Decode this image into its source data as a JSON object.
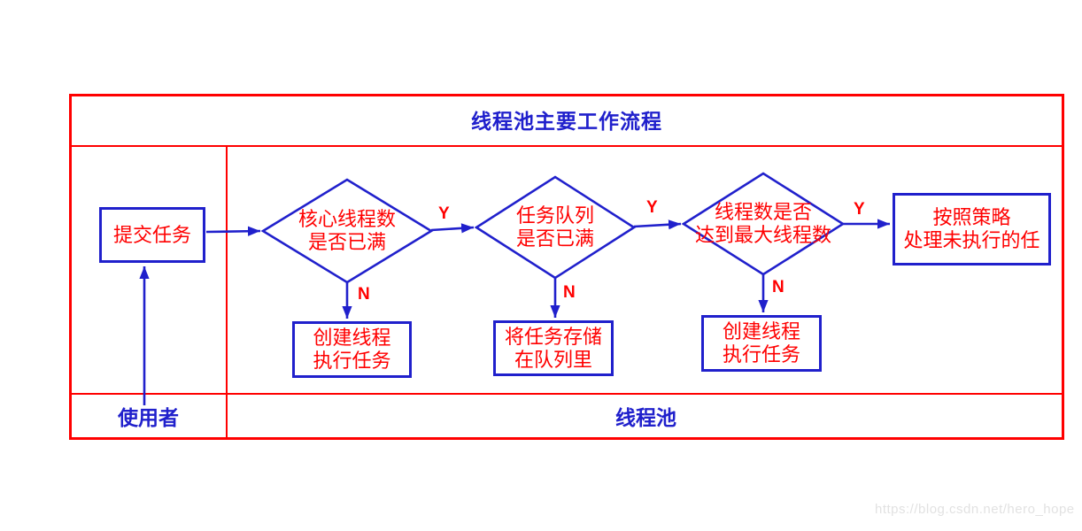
{
  "colors": {
    "frame_red": "#ff0000",
    "shape_blue": "#2020cc",
    "node_text_red": "#ff0000",
    "watermark_gray": "#e2e2e2"
  },
  "header": {
    "title": "线程池主要工作流程"
  },
  "lanes": {
    "user_label": "使用者",
    "pool_label": "线程池"
  },
  "flow": {
    "submit_task": {
      "line1": "提交任务"
    },
    "core_full_decision": {
      "line1": "核心线程数",
      "line2": "是否已满"
    },
    "queue_full_decision": {
      "line1": "任务队列",
      "line2": "是否已满"
    },
    "max_threads_decision": {
      "line1": "线程数是否",
      "line2": "达到最大线程数"
    },
    "policy_action": {
      "line1": "按照策略",
      "line2": "处理未执行的任"
    },
    "create_thread_1": {
      "line1": "创建线程",
      "line2": "执行任务"
    },
    "store_in_queue": {
      "line1": "将任务存储",
      "line2": "在队列里"
    },
    "create_thread_2": {
      "line1": "创建线程",
      "line2": "执行任务"
    },
    "labels": {
      "yes": "Y",
      "no": "N"
    }
  },
  "watermark": {
    "text": "https://blog.csdn.net/hero_hope"
  }
}
